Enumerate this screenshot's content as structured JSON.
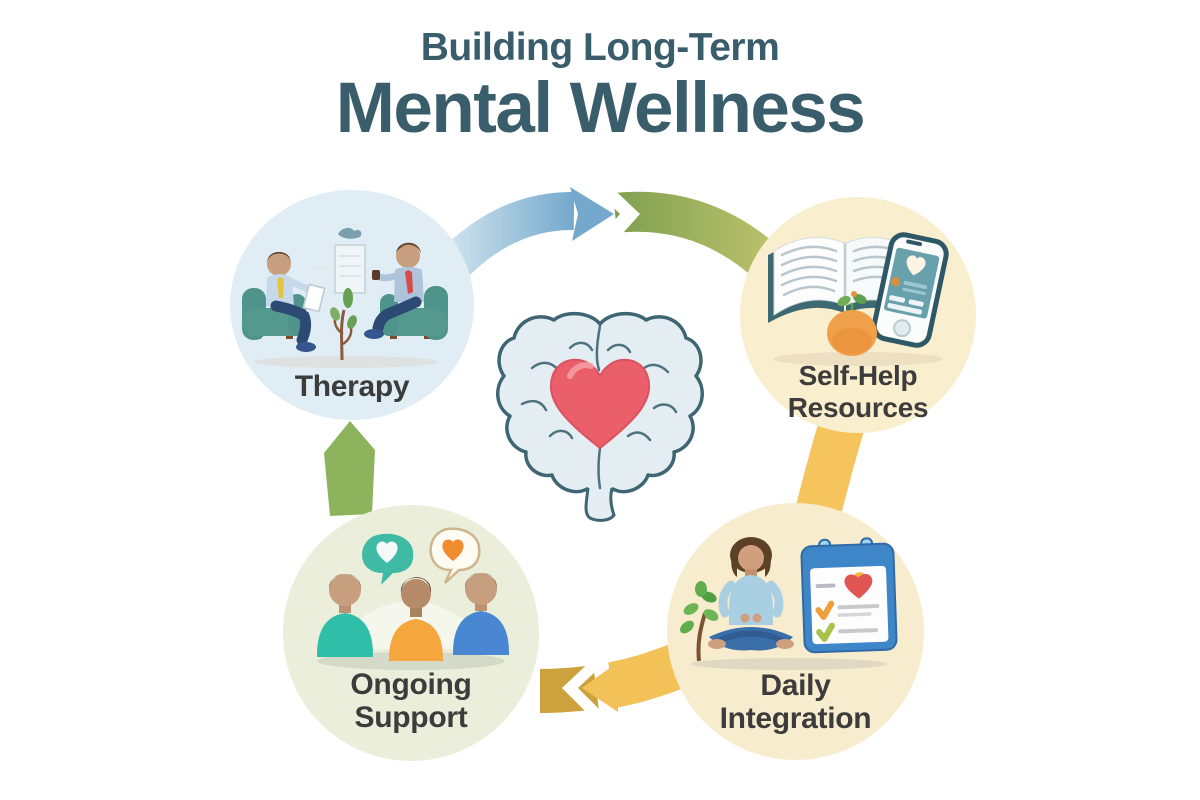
{
  "title": {
    "line1": "Building Long-Term",
    "line2": "Mental Wellness"
  },
  "nodes": {
    "therapy": {
      "label": "Therapy",
      "icon": "therapy-session-illustration"
    },
    "self_help": {
      "line1": "Self-Help",
      "line2": "Resources",
      "icon": "book-and-phone-illustration"
    },
    "daily": {
      "line1": "Daily",
      "line2": "Integration",
      "icon": "meditation-calendar-illustration"
    },
    "ongoing": {
      "line1": "Ongoing",
      "line2": "Support",
      "icon": "support-group-illustration"
    }
  },
  "center": {
    "icon": "brain-with-heart-icon"
  },
  "cycle": {
    "direction": "clockwise",
    "steps": [
      "Therapy",
      "Self-Help Resources",
      "Daily Integration",
      "Ongoing Support"
    ]
  },
  "colors": {
    "title_text": "#3a5d6c",
    "label_text": "#3c3c3c",
    "background": "#ffffff",
    "circle_therapy": "#e0edf4",
    "circle_self_help": "#f9eecd",
    "circle_ongoing": "#ebeedb",
    "circle_daily": "#f8ecce",
    "arrow_blue": "#74a9cd",
    "arrow_green_arc": "#8fa957",
    "arrow_green_left": "#8db35c",
    "arrow_gold_light": "#f2c158",
    "arrow_gold_dark": "#cda23c",
    "heart_red": "#ea5f69",
    "brain_outline": "#3e6572"
  }
}
